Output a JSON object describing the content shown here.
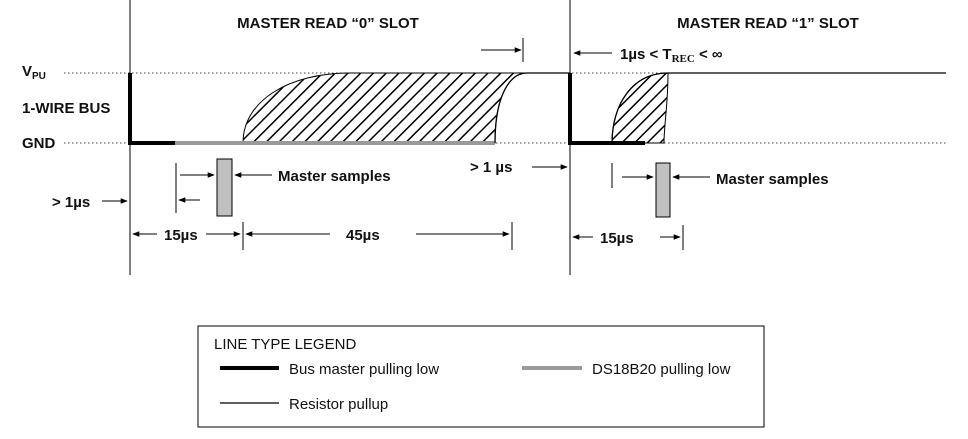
{
  "slots": {
    "read0_title": "MASTER READ “0” SLOT",
    "read1_title": "MASTER READ “1” SLOT"
  },
  "levels": {
    "vpu_main": "V",
    "vpu_sub": "PU",
    "bus": "1-WIRE BUS",
    "gnd": "GND"
  },
  "annotations": {
    "trec_prefix": "1µs < T",
    "trec_sub": "REC",
    "trec_suffix": " < ∞",
    "gt1us_left": "> 1µs",
    "gt1us_mid": "> 1 µs",
    "master_samples_0": "Master samples",
    "master_samples_1": "Master samples",
    "t15us_0": "15µs",
    "t45us": "45µs",
    "t15us_1": "15µs"
  },
  "legend": {
    "title": "LINE TYPE LEGEND",
    "bus_master": "Bus master pulling low",
    "ds18b20": "DS18B20 pulling low",
    "pullup": "Resistor pullup"
  },
  "colors": {
    "master_line": "#000000",
    "ds18b20_line": "#9a9a9a",
    "pullup_line": "#000000",
    "sample_box": "#c0c0c0"
  }
}
